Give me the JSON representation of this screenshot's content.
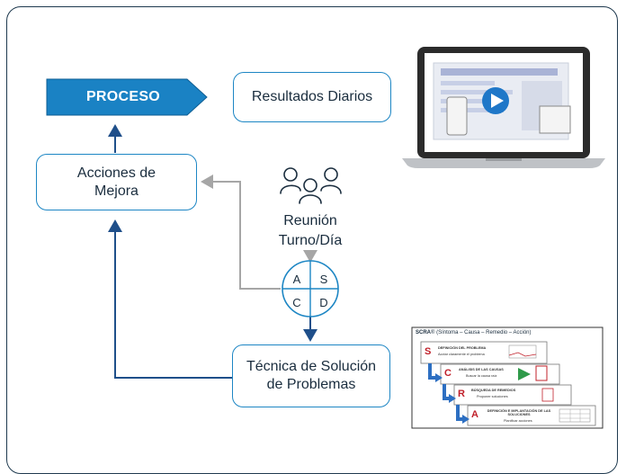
{
  "diagram": {
    "proceso": "PROCESO",
    "resultados": "Resultados Diarios",
    "acciones": "Acciones de\nMejora",
    "reunion": "Reunión\nTurno/Día",
    "tecnica": "Técnica de Solución\nde Problemas",
    "pdca": {
      "a": "A",
      "s": "S",
      "c": "C",
      "d": "D"
    }
  },
  "scra": {
    "title_bold": "SCRA",
    "title_rest": "® (Síntoma – Causa – Remedio – Acción)",
    "steps": [
      {
        "letter": "S",
        "title": "DEFINICIÓN DEL PROBLEMA",
        "sub": "Acotar claramente el problema"
      },
      {
        "letter": "C",
        "title": "ANÁLISIS DE LAS CAUSAS",
        "sub": "Buscar la causa raíz"
      },
      {
        "letter": "R",
        "title": "BÚSQUEDA DE REMEDIOS",
        "sub": "Proponer soluciones"
      },
      {
        "letter": "A",
        "title": "DEFINICIÓN E IMPLANTACIÓN DE LAS SOLUCIONES",
        "sub": "Planificar acciones"
      }
    ]
  },
  "colors": {
    "accent": "#1a82c4",
    "dark_arrow": "#1f4f8a",
    "grey_arrow": "#a6a6a6",
    "frame": "#1f3a4f"
  },
  "icons": {
    "people": "people-group-icon",
    "video": "laptop-video-thumbnail",
    "play": "play-icon"
  }
}
